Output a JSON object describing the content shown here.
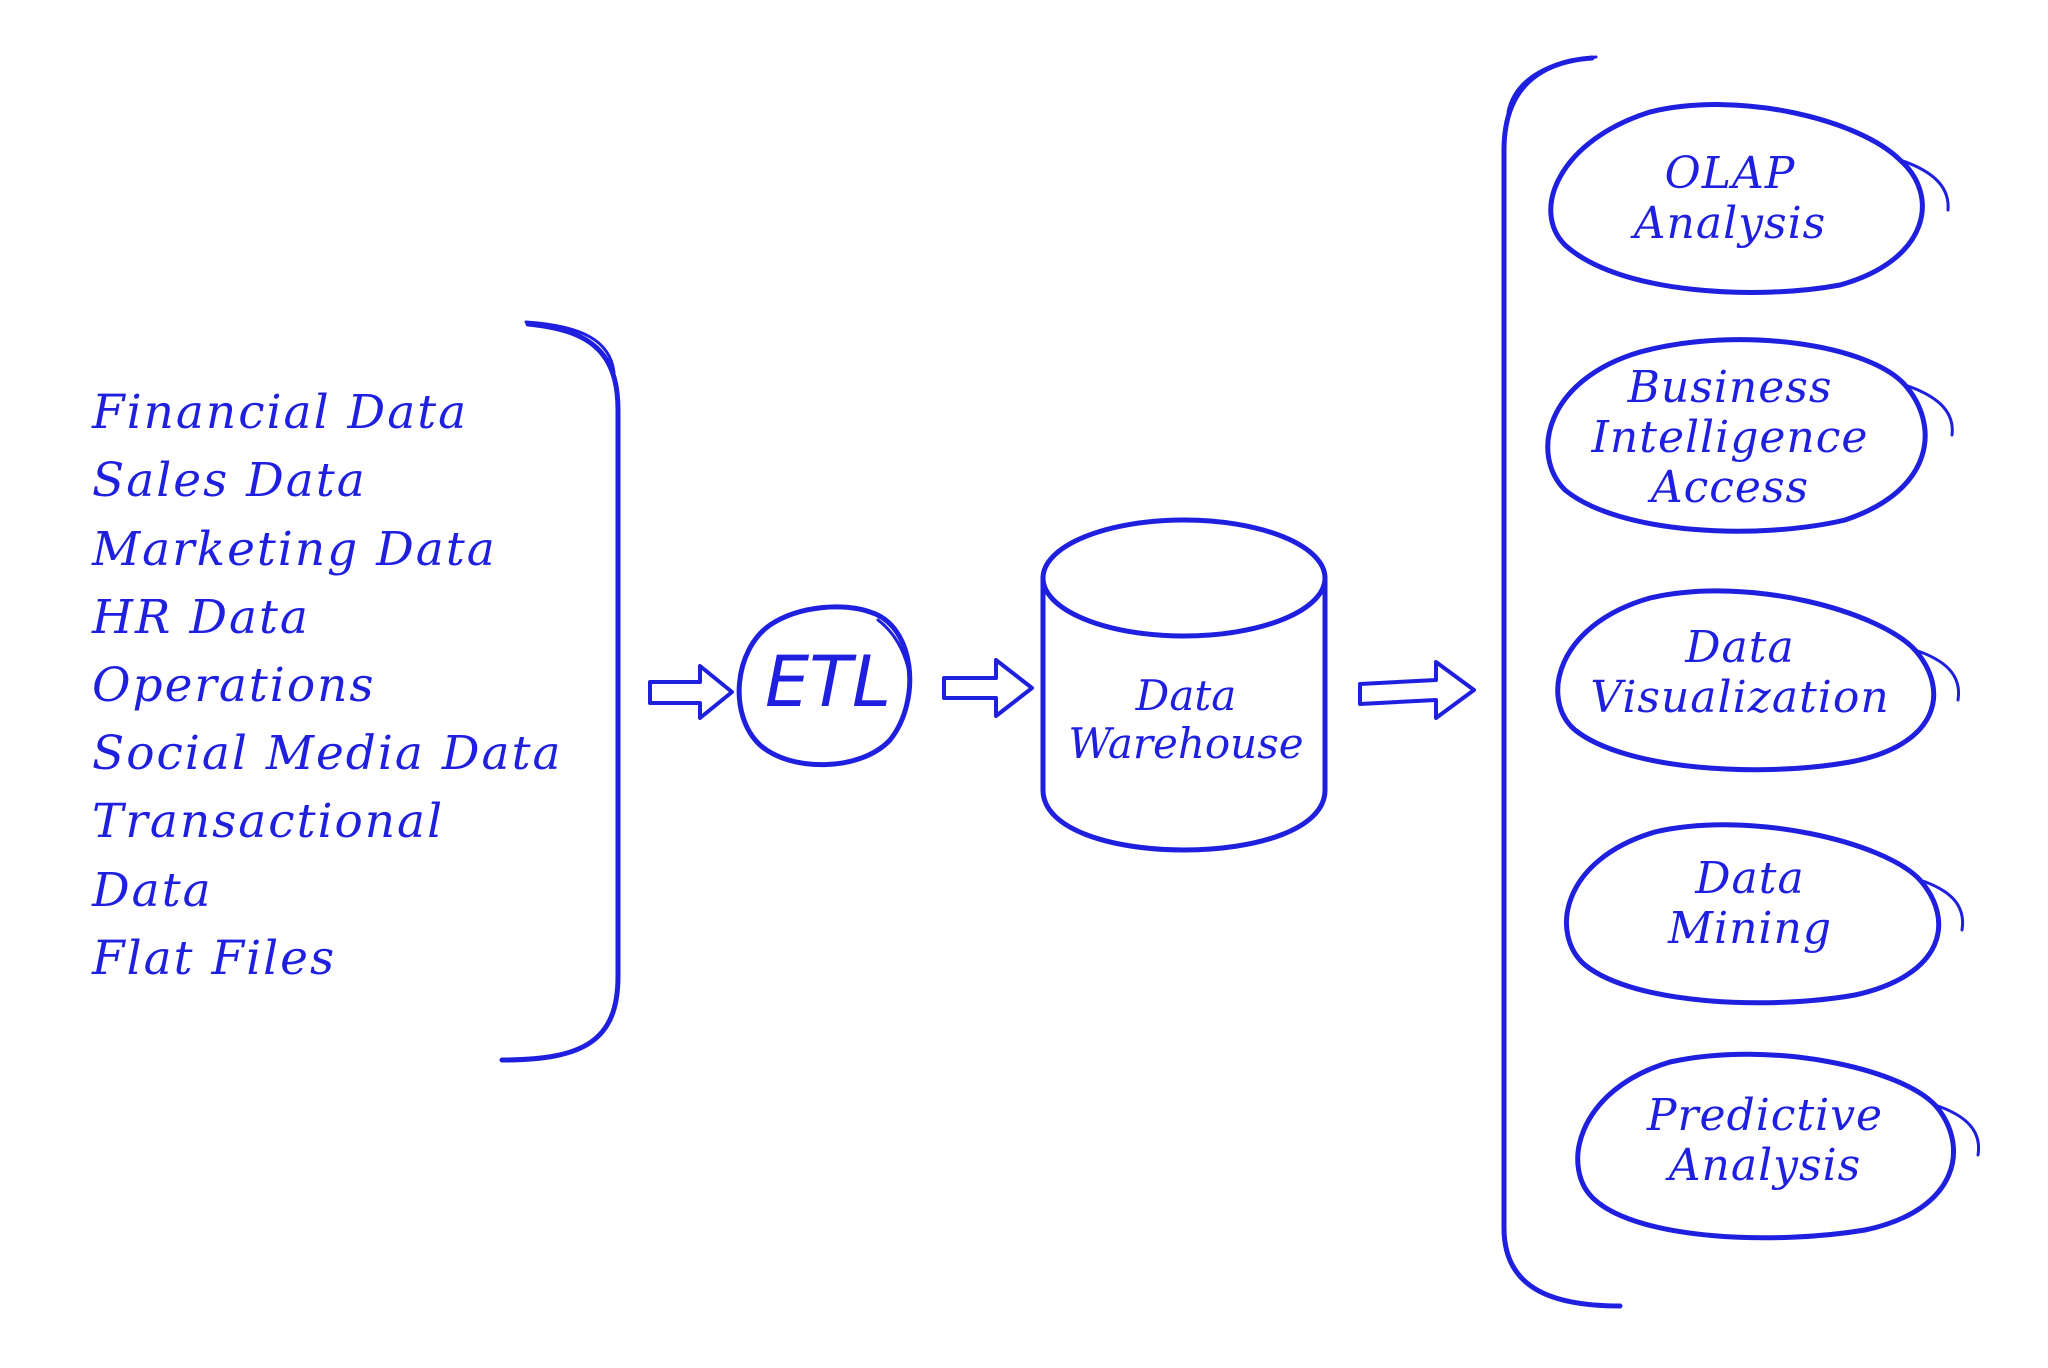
{
  "sources": {
    "items": [
      "Financial Data",
      "Sales Data",
      "Marketing Data",
      "HR Data",
      "Operations",
      "Social Media Data",
      "Transactional",
      "Data",
      "Flat Files"
    ]
  },
  "etl": {
    "label": "ETL"
  },
  "warehouse": {
    "line1": "Data",
    "line2": "Warehouse"
  },
  "outputs": [
    {
      "lines": [
        "OLAP",
        "Analysis"
      ]
    },
    {
      "lines": [
        "Business",
        "Intelligence",
        "Access"
      ]
    },
    {
      "lines": [
        "Data",
        "Visualization"
      ]
    },
    {
      "lines": [
        "Data",
        "Mining"
      ]
    },
    {
      "lines": [
        "Predictive",
        "Analysis"
      ]
    }
  ],
  "colors": {
    "ink": "#1f1fe0",
    "background": "#ffffff"
  }
}
